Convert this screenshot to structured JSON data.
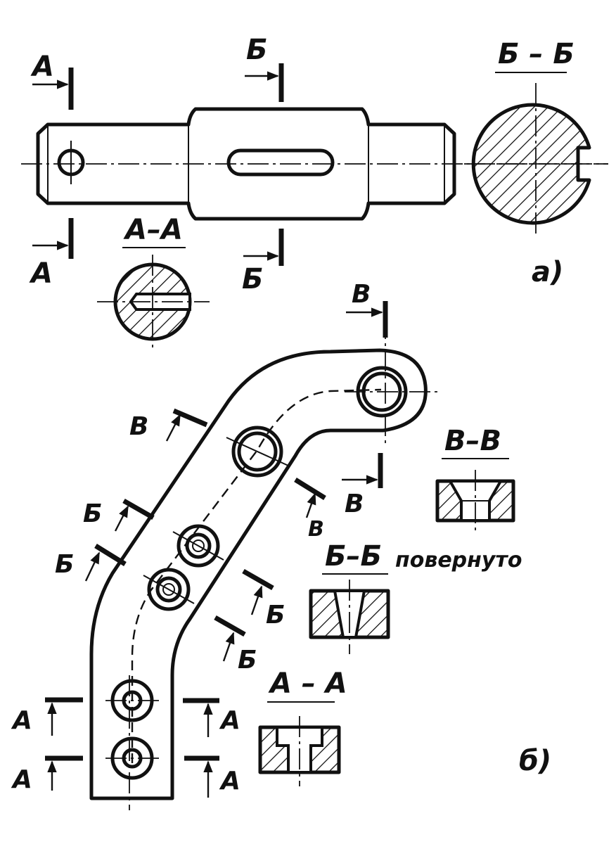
{
  "part_a": {
    "left_cut_top": "А",
    "left_cut_bottom": "А",
    "mid_cut_top": "Б",
    "mid_cut_bottom": "Б",
    "section_bb_title": "Б – Б",
    "section_aa_title": "А–А",
    "caption": "а)"
  },
  "part_b": {
    "cut_v_top": "В",
    "cut_v_bottom": "В",
    "cut_v_left": "В",
    "cut_v_right": "В",
    "cut_b1_left": "Б",
    "cut_b2_left": "Б",
    "cut_b1_right": "Б",
    "cut_b2_right": "Б",
    "cut_a1_left": "А",
    "cut_a2_left": "А",
    "cut_a1_right": "А",
    "cut_a2_right": "А",
    "section_vv_title": "В–В",
    "section_bb_title": "Б–Б",
    "section_bb_note": "повернуто",
    "section_aa_title": "А – А",
    "caption": "б)"
  }
}
